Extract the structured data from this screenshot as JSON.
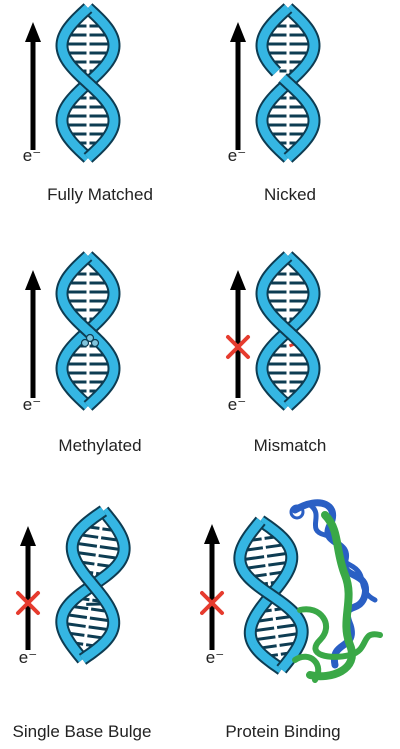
{
  "figure": {
    "electron_label": "e⁻",
    "colors": {
      "strand_fill": "#35b6e3",
      "strand_stroke": "#0d3c52",
      "base_pair": "#0d3c52",
      "arrow": "#000000",
      "blocked_mark": "#e63b2e",
      "mismatch_base": "#e63b2e",
      "protein_blue": "#2a5fc4",
      "protein_green": "#3aa847"
    },
    "panels": [
      {
        "id": "fully-matched",
        "caption": "Fully Matched",
        "defect": "none",
        "charge_transport_blocked": false
      },
      {
        "id": "nicked",
        "caption": "Nicked",
        "defect": "nick",
        "charge_transport_blocked": false
      },
      {
        "id": "methylated",
        "caption": "Methylated",
        "defect": "methyl",
        "charge_transport_blocked": false
      },
      {
        "id": "mismatch",
        "caption": "Mismatch",
        "defect": "mismatch",
        "charge_transport_blocked": true
      },
      {
        "id": "single-base-bulge",
        "caption": "Single Base Bulge",
        "defect": "bulge",
        "charge_transport_blocked": true
      },
      {
        "id": "protein-binding",
        "caption": "Protein Binding",
        "defect": "protein",
        "charge_transport_blocked": true
      }
    ]
  }
}
